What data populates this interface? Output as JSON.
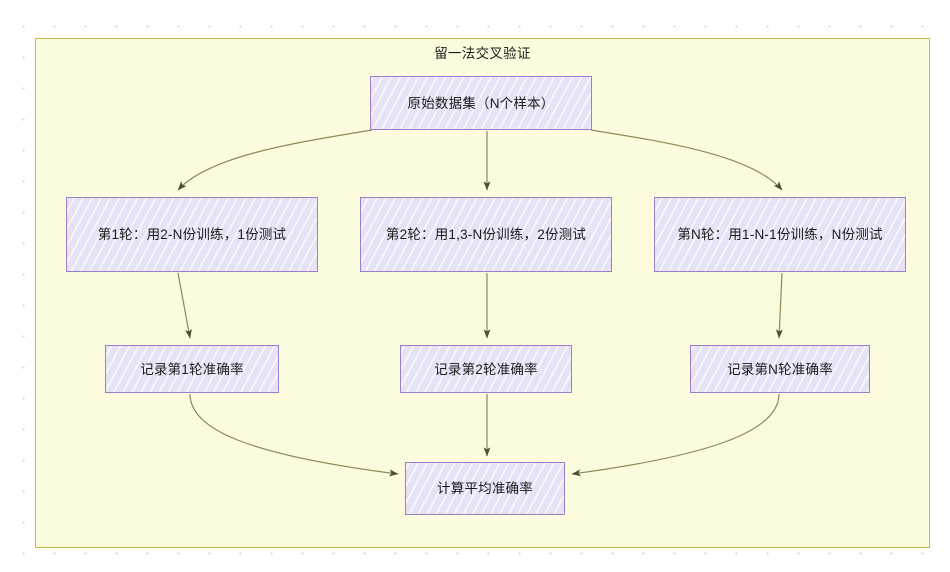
{
  "diagram": {
    "title": "留一法交叉验证",
    "frame_color": "#bdbd45",
    "frame_fill": "#fdfbdd",
    "node_border_color": "#9b7fce",
    "node_fill": "#e6e3f6",
    "edge_color": "#6b6a42",
    "nodes": {
      "dataset": "原始数据集（N个样本）",
      "round_1": "第1轮：用2-N份训练，1份测试",
      "round_2": "第2轮：用1,3-N份训练，2份测试",
      "round_n": "第N轮：用1-N-1份训练，N份测试",
      "record_1": "记录第1轮准确率",
      "record_2": "记录第2轮准确率",
      "record_n": "记录第N轮准确率",
      "average": "计算平均准确率"
    }
  }
}
